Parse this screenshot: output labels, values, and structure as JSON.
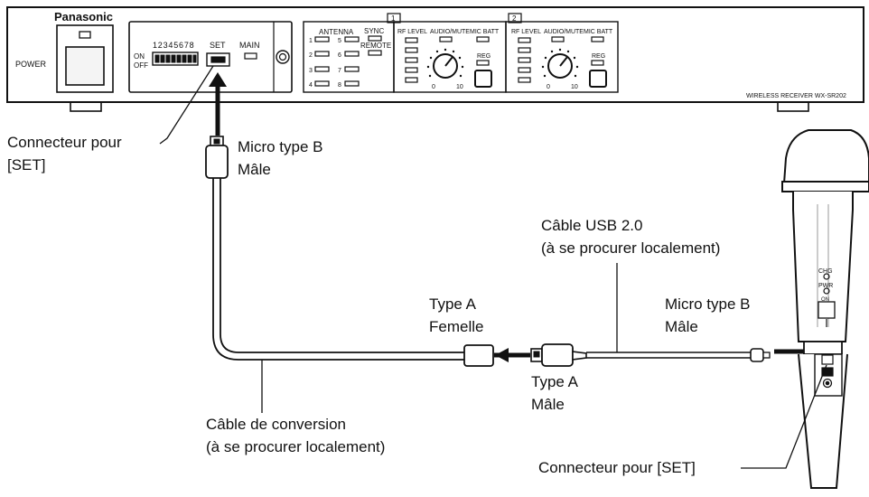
{
  "receiver": {
    "brand": "Panasonic",
    "power_label": "POWER",
    "dip_numbers": "12345678",
    "dip_on": "ON",
    "dip_off": "OFF",
    "set_label": "SET",
    "main_label": "MAIN",
    "antenna_label": "ANTENNA",
    "antenna_numbers": [
      "1",
      "5",
      "2",
      "6",
      "3",
      "7",
      "4",
      "8"
    ],
    "sync_label": "SYNC",
    "remote_label": "REMOTE",
    "channels": [
      {
        "number": "1",
        "rf_level": "RF LEVEL",
        "audio_mute": "AUDIO/MUTE",
        "mic_batt": "MIC BATT",
        "reg": "REG",
        "dial_min": "0",
        "dial_max": "10"
      },
      {
        "number": "2",
        "rf_level": "RF LEVEL",
        "audio_mute": "AUDIO/MUTE",
        "mic_batt": "MIC BATT",
        "reg": "REG",
        "dial_min": "0",
        "dial_max": "10"
      }
    ],
    "model": "WIRELESS RECEIVER  WX-SR202"
  },
  "microphone": {
    "chg": "CHG",
    "pwr": "PWR",
    "on": "ON"
  },
  "labels": {
    "connector_set_left_1": "Connecteur pour",
    "connector_set_left_2": "[SET]",
    "micro_b_1": "Micro type B",
    "micro_b_2": "Mâle",
    "usb_cable_1": "Câble USB 2.0",
    "usb_cable_2": "(à se procurer localement)",
    "type_a_f_1": "Type A",
    "type_a_f_2": "Femelle",
    "micro_b_right_1": "Micro type B",
    "micro_b_right_2": "Mâle",
    "type_a_m_1": "Type A",
    "type_a_m_2": "Mâle",
    "conv_cable_1": "Câble de conversion",
    "conv_cable_2": "(à se procurer localement)",
    "connector_set_right": "Connecteur pour [SET]"
  }
}
